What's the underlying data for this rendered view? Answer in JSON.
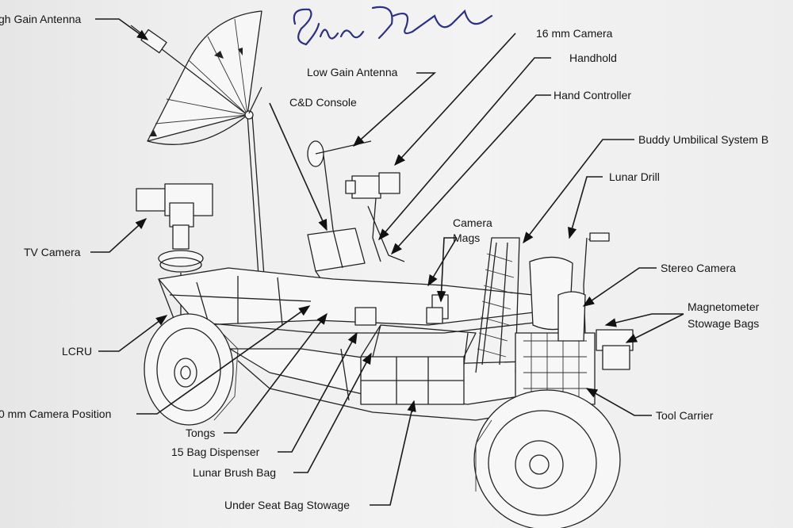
{
  "signature_text": "Gene Cernan",
  "labels": {
    "high_gain_antenna": "gh Gain Antenna",
    "low_gain_antenna": "Low Gain Antenna",
    "cd_console": "C&D Console",
    "camera_16mm": "16 mm Camera",
    "handhold": "Handhold",
    "hand_controller": "Hand Controller",
    "buddy_umbilical": "Buddy Umbilical System B",
    "lunar_drill": "Lunar Drill",
    "tv_camera": "TV Camera",
    "camera_mags": "Camera",
    "camera_mags_2": "Mags",
    "stereo_camera": "Stereo Camera",
    "magnetometer_1": "Magnetometer",
    "magnetometer_2": "Stowage Bags",
    "lcru": "LCRU",
    "camera_position": "0 mm Camera Position",
    "tongs": "Tongs",
    "bag_dispenser": "15 Bag Dispenser",
    "lunar_brush_bag": "Lunar Brush Bag",
    "under_seat": "Under Seat Bag Stowage",
    "tool_carrier": "Tool Carrier"
  }
}
